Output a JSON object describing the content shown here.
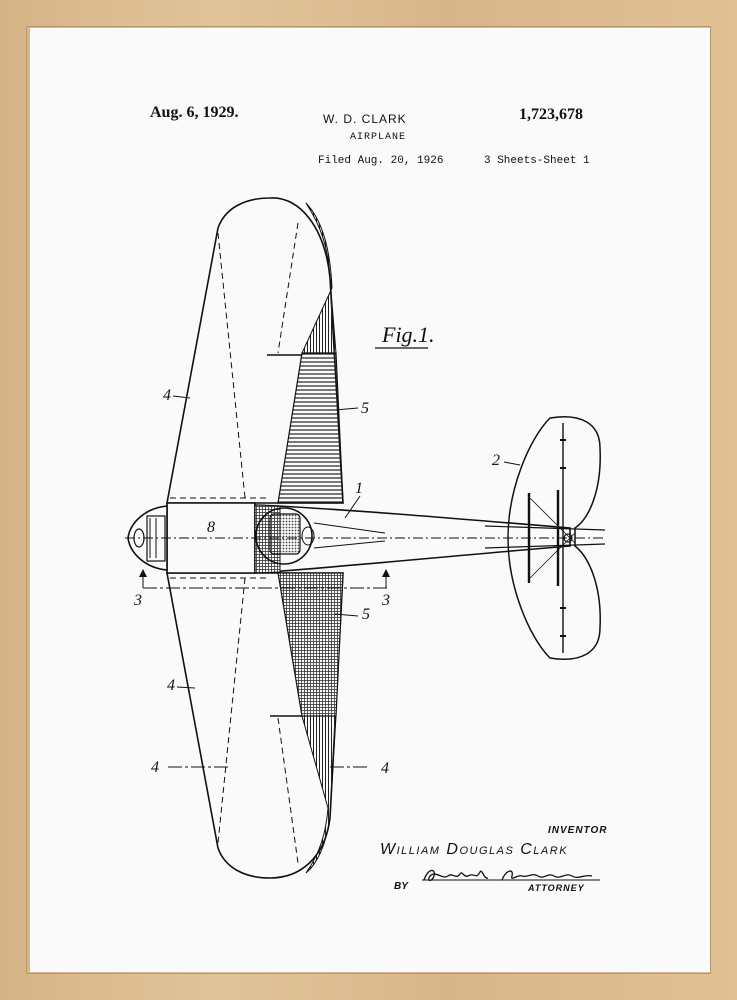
{
  "header": {
    "date": "Aug. 6, 1929.",
    "inventor_short": "W. D. CLARK",
    "patent_number": "1,723,678",
    "subject": "AIRPLANE",
    "filed": "Filed Aug. 20, 1926",
    "sheets": "3 Sheets-Sheet 1"
  },
  "figure": {
    "label": "Fig.1.",
    "refs": [
      "4",
      "5",
      "1",
      "2",
      "8",
      "3",
      "3",
      "5",
      "4",
      "4",
      "4"
    ]
  },
  "footer": {
    "inventor_label": "INVENTOR",
    "inventor_name": "William Douglas Clark",
    "by_label": "BY",
    "signature": "Robert A. Lavender",
    "attorney_label": "ATTORNEY"
  }
}
